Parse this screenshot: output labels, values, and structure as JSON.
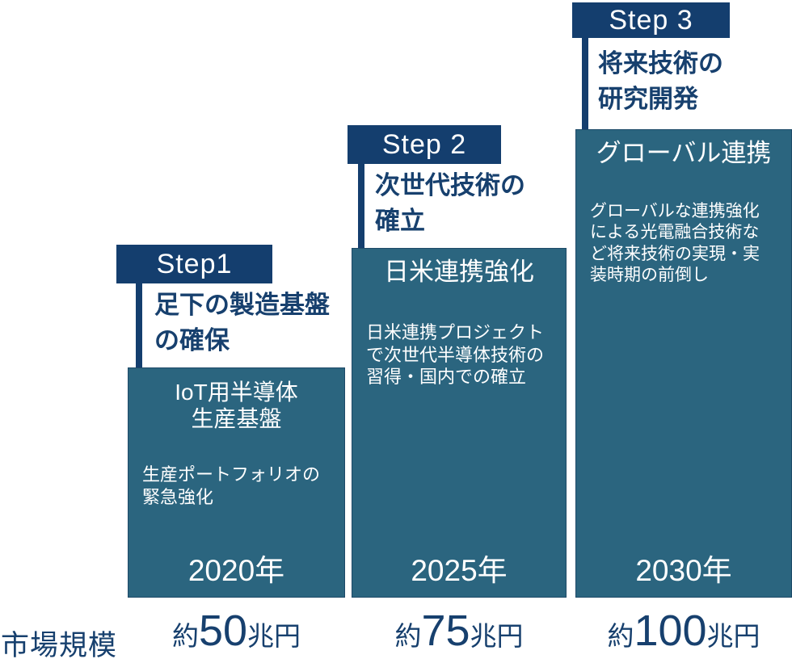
{
  "colors": {
    "navy": "#143e6e",
    "teal_box": "#2b657f",
    "text_navy": "#17406e",
    "white": "#ffffff"
  },
  "steps": [
    {
      "label": "Step1",
      "goal": "足下の製造基盤\nの確保",
      "box_title": "IoT用半導体\n生産基盤",
      "box_body": "生産ポートフォリオの\n緊急強化",
      "year": "2020年",
      "market_approx": "約",
      "market_value": "50",
      "market_unit": "兆円"
    },
    {
      "label": "Step 2",
      "goal": "次世代技術の\n確立",
      "box_title": "日米連携強化",
      "box_body": "日米連携プロジェクト\nで次世代半導体技術の\n習得・国内での確立",
      "year": "2025年",
      "market_approx": "約",
      "market_value": "75",
      "market_unit": "兆円"
    },
    {
      "label": "Step 3",
      "goal": "将来技術の\n研究開発",
      "box_title": "グローバル連携",
      "box_body": "グローバルな連携強化\nによる光電融合技術な\nど将来技術の実現・実\n装時期の前倒し",
      "year": "2030年",
      "market_approx": "約",
      "market_value": "100",
      "market_unit": "兆円"
    }
  ],
  "footer": {
    "label": "市場規模"
  }
}
